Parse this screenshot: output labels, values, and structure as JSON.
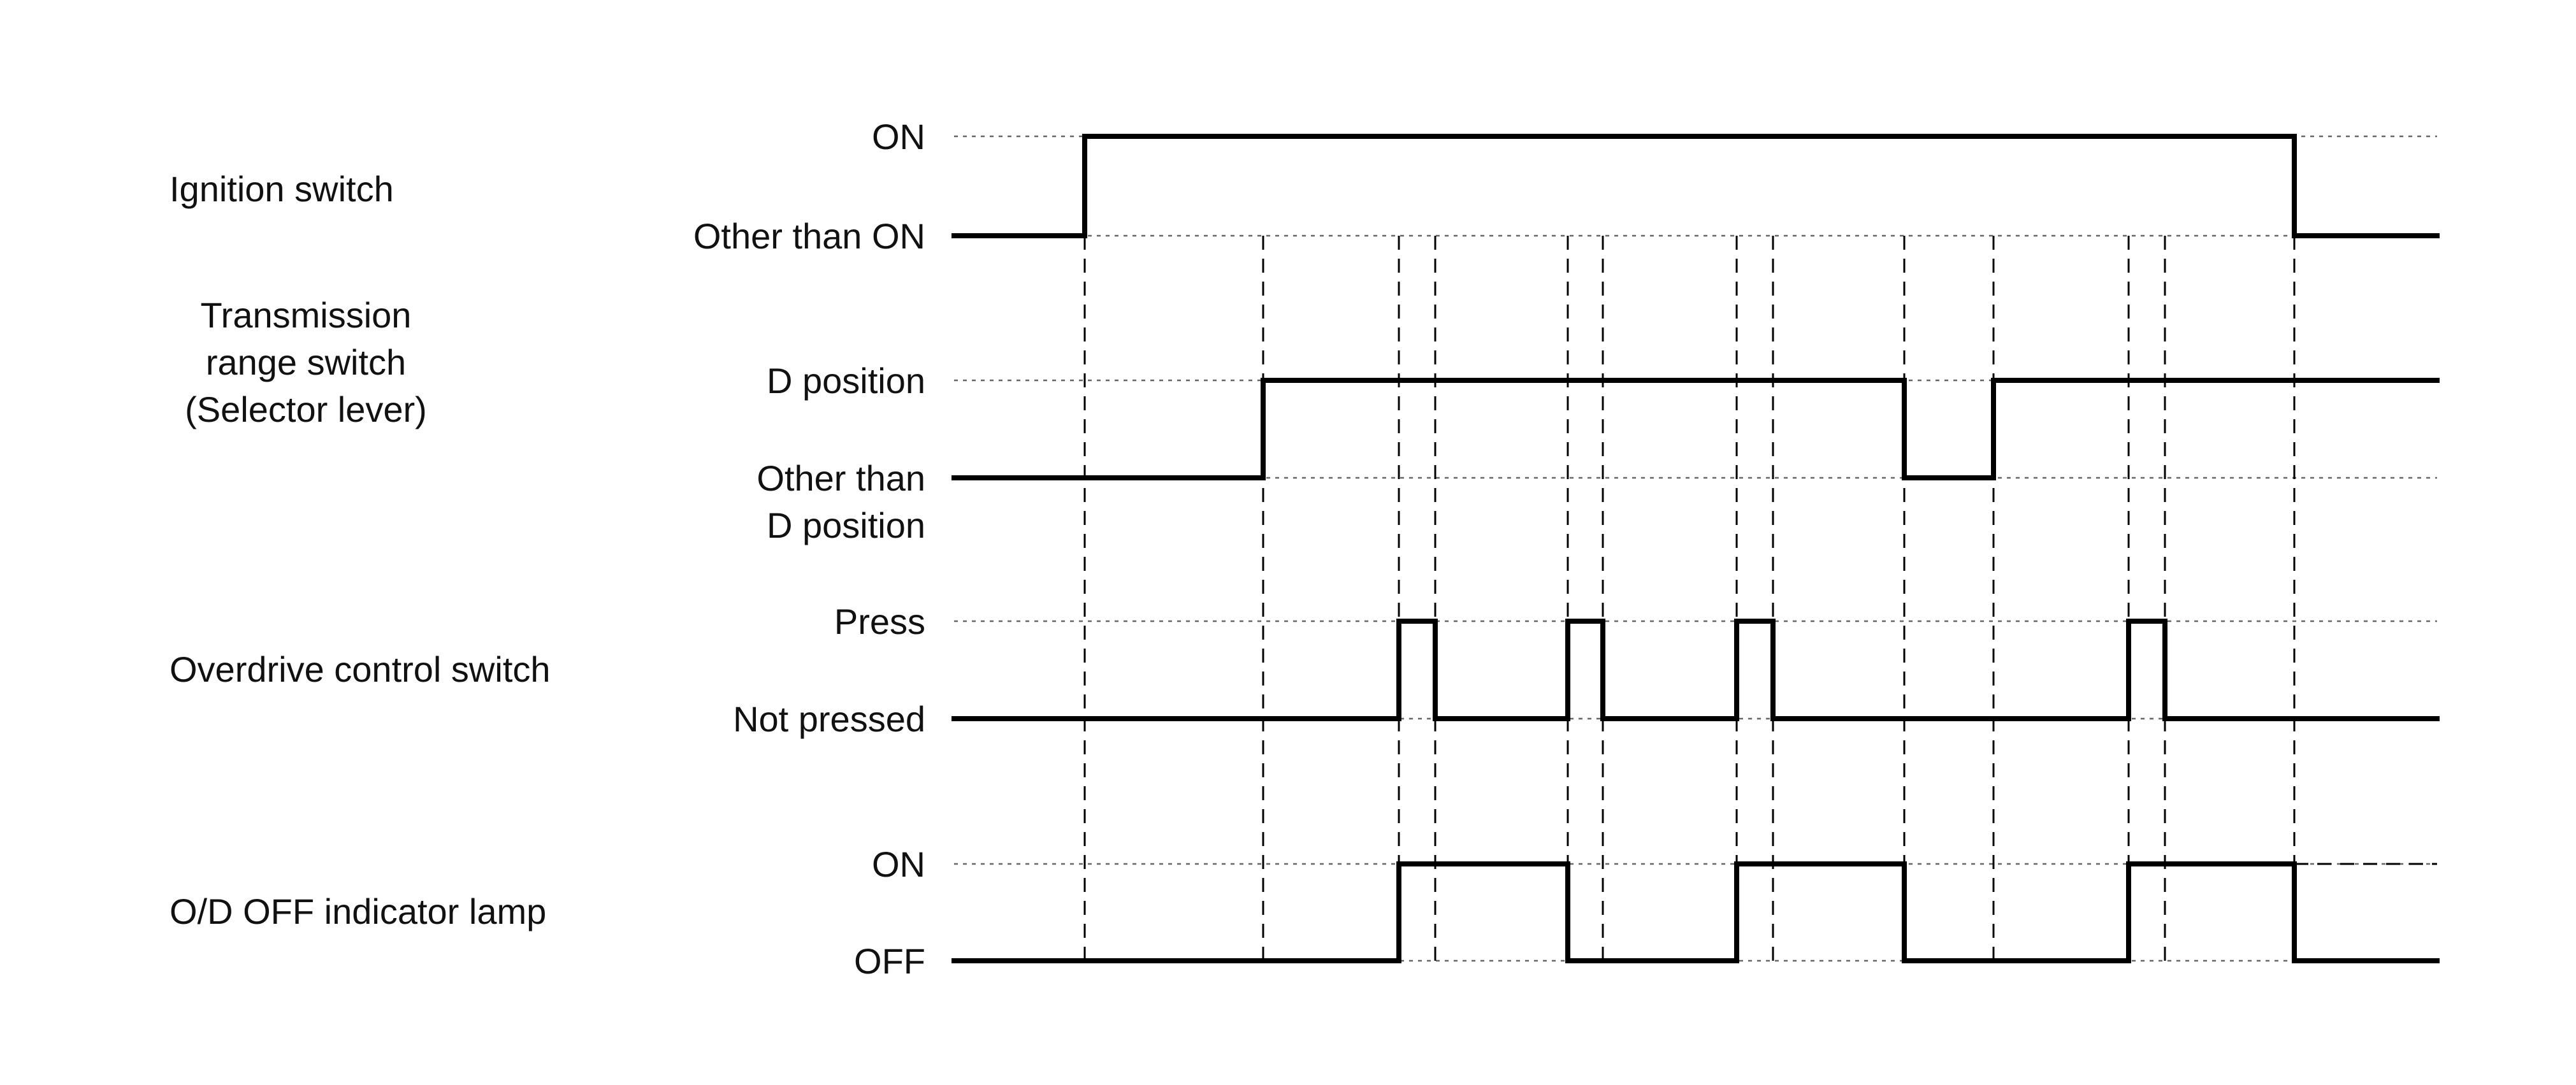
{
  "signals": [
    {
      "id": "ignition",
      "name_lines": [
        "Ignition switch"
      ],
      "high_label": [
        "ON"
      ],
      "low_label": [
        "Other than ON"
      ],
      "transitions": [
        1702,
        3600
      ],
      "initial": "low"
    },
    {
      "id": "transmission",
      "name_lines": [
        "Transmission",
        "range switch",
        "(Selector lever)"
      ],
      "high_label": [
        "D position"
      ],
      "low_label": [
        "Other than",
        "D position"
      ],
      "transitions": [
        1982,
        2988,
        3128
      ],
      "initial": "low"
    },
    {
      "id": "overdrive",
      "name_lines": [
        "Overdrive control switch"
      ],
      "high_label": [
        "Press"
      ],
      "low_label": [
        "Not pressed"
      ],
      "transitions": [
        2195,
        2252,
        2460,
        2515,
        2725,
        2782,
        3340,
        3397
      ],
      "initial": "low"
    },
    {
      "id": "od_lamp",
      "name_lines": [
        "O/D OFF indicator lamp"
      ],
      "high_label": [
        "ON"
      ],
      "low_label": [
        "OFF"
      ],
      "transitions": [
        2195,
        2460,
        2725,
        2988,
        3340,
        3600
      ],
      "initial": "low"
    }
  ],
  "event_markers": [
    1702,
    1982,
    2195,
    2252,
    2460,
    2515,
    2725,
    2782,
    2988,
    3128,
    3340,
    3397,
    3600
  ]
}
